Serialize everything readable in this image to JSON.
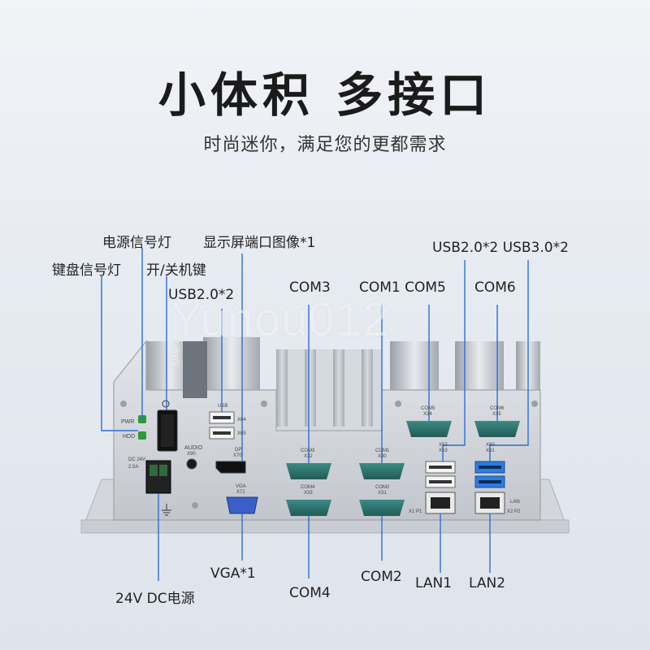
{
  "title": "小体积 多接口",
  "subtitle": "时尚迷你，满足您的更都需求",
  "watermark": "Yunou012",
  "callouts": {
    "power_led": "电源信号灯",
    "display_port": "显示屏端口图像*1",
    "keyboard_led": "键盘信号灯",
    "power_switch": "开/关机键",
    "usb_left": "USB2.0*2",
    "com3": "COM3",
    "com1_com5": "COM1 COM5",
    "usb_right": "USB2.0*2 USB3.0*2",
    "com6": "COM6",
    "vga": "VGA*1",
    "com4": "COM4",
    "com2": "COM2",
    "lan1": "LAN1",
    "lan2": "LAN2",
    "power_dc": "24V DC电源"
  },
  "panel_text": {
    "pwr": "PWR",
    "hdd": "HDD",
    "audio": "AUDIO",
    "audio_id": "X90",
    "dc": "DC 24V",
    "dc_amp": "2.5A",
    "usb": "USB",
    "x64": "X64",
    "x65": "X65",
    "dp": "DP",
    "dp_id": "X70",
    "vga": "VGA",
    "vga_id": "X71",
    "com3_lbl": "COM3",
    "com3_id": "X32",
    "com4_lbl": "COM4",
    "com4_id": "X33",
    "com1_lbl": "COM1",
    "com1_id": "X30",
    "com2_lbl": "COM2",
    "com2_id": "X31",
    "com5_lbl": "COM5",
    "com5_id": "X34",
    "com6_lbl": "COM6",
    "com6_id": "X35",
    "x52": "X52",
    "x53": "X53",
    "x60": "X60",
    "x61": "X61",
    "lan_lbl": "LAN",
    "x1p1": "X1 P1",
    "x2p2": "X2 P2",
    "brand": "SMART BOX PC"
  },
  "colors": {
    "chassis": "#cfd3d8",
    "vga_port": "#3a5fc8",
    "serial_port": "#2f6f6a",
    "usb3": "#2a7de1",
    "leader_line": "#2b6fd6"
  }
}
